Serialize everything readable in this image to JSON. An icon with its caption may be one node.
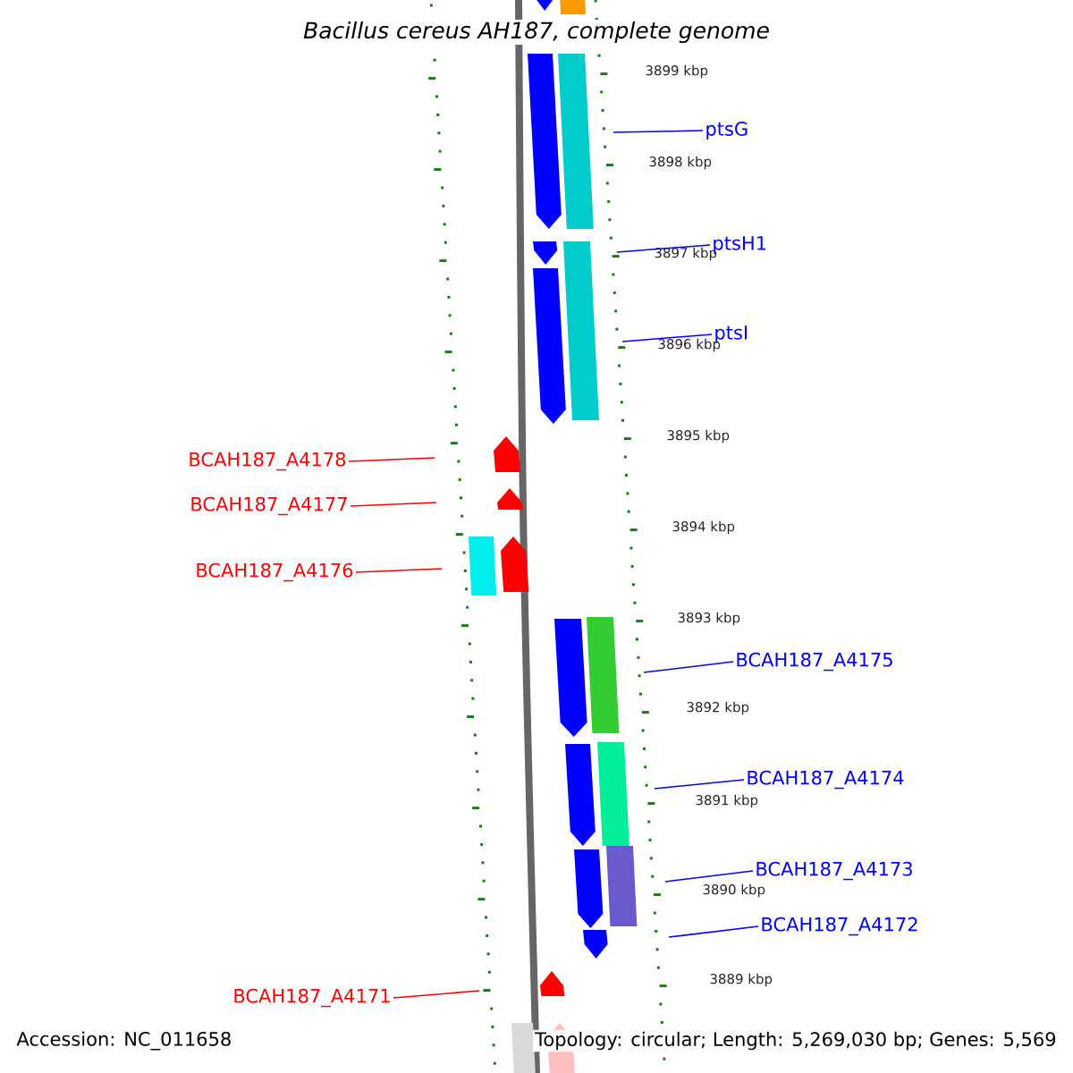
{
  "diagram": {
    "title": "Bacillus cereus AH187, complete genome",
    "nodes": [
      {
        "text": [
          "ptsG"
        ]
      },
      {
        "text": [
          "ptsH1"
        ]
      },
      {
        "text": [
          "ptsI"
        ]
      },
      {
        "text": [
          "BCAH187_A4178"
        ]
      },
      {
        "text": [
          "BCAH187_A4177"
        ]
      },
      {
        "text": [
          "BCAH187_A4176"
        ]
      },
      {
        "text": [
          "BCAH187_A4175"
        ]
      },
      {
        "text": [
          "BCAH187_A4174"
        ]
      },
      {
        "text": [
          "BCAH187_A4173"
        ]
      },
      {
        "text": [
          "BCAH187_A4172"
        ]
      },
      {
        "text": [
          "BCAH187_A4171"
        ]
      }
    ],
    "edges": [
      {
        "from": 0,
        "to": null,
        "arrow": "none"
      },
      {
        "from": 1,
        "to": null,
        "arrow": "none"
      },
      {
        "from": 2,
        "to": null,
        "arrow": "none"
      },
      {
        "from": 3,
        "to": null,
        "arrow": "none",
        "color": "#ff0000"
      },
      {
        "from": 4,
        "to": null,
        "arrow": "none",
        "color": "#ff0000"
      },
      {
        "from": 5,
        "to": null,
        "arrow": "none",
        "color": "#ff0000"
      },
      {
        "from": 6,
        "to": null,
        "arrow": "none"
      },
      {
        "from": 7,
        "to": null,
        "arrow": "none"
      },
      {
        "from": 8,
        "to": null,
        "arrow": "none"
      },
      {
        "from": 9,
        "to": null,
        "arrow": "none"
      },
      {
        "from": 10,
        "to": null,
        "arrow": "none",
        "color": "#ff0000"
      }
    ],
    "labels": [
      "3899 kbp",
      "3898 kbp",
      "3897 kbp",
      "3896 kbp",
      "3895 kbp",
      "3894 kbp",
      "3893 kbp",
      "3892 kbp",
      "3891 kbp",
      "3890 kbp",
      "3889 kbp",
      "Accession: NC_011658",
      "Topology: circular; Length: 5,269,030 bp; Genes: 5,569"
    ]
  }
}
